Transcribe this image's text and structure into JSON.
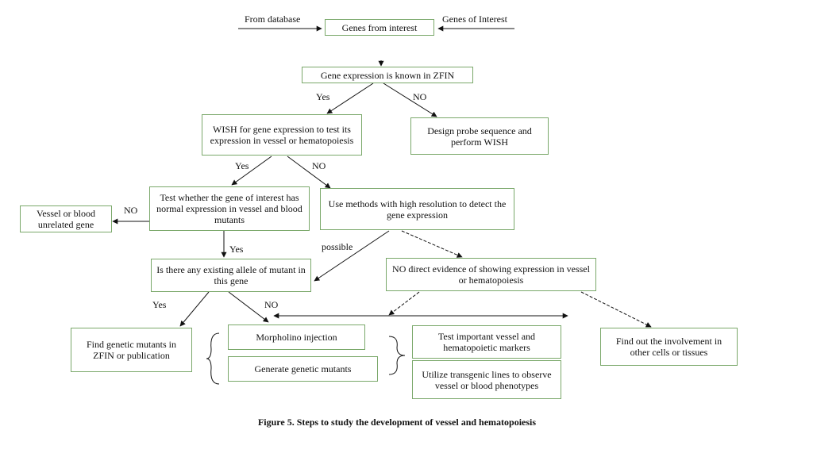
{
  "diagram": {
    "nodes": {
      "genes_from_interest": "Genes from interest",
      "expression_known": "Gene expression is known in ZFIN",
      "wish_test": "WISH for gene expression to test its expression in  vessel or hematopoiesis",
      "design_probe": "Design probe sequence and perform WISH",
      "test_mutants": "Test whether the gene of interest has normal expression in  vessel and blood mutants",
      "high_resolution": "Use methods with high resolution to detect the gene expression",
      "unrelated_gene": "Vessel or blood unrelated gene",
      "existing_allele": "Is there any existing allele of mutant in this gene",
      "no_direct_evidence": "NO direct evidence of showing expression in vessel or hematopoiesis",
      "find_mutants": "Find genetic mutants in ZFIN or publication",
      "morpholino": "Morpholino injection",
      "generate_mutants": "Generate genetic mutants",
      "test_markers": "Test important vessel and hematopoietic markers",
      "transgenic": "Utilize transgenic lines to observe vessel or blood phenotypes",
      "other_cells": "Find out the involvement in other cells or tissues"
    },
    "labels": {
      "from_database": "From database",
      "genes_of_interest": "Genes of Interest",
      "yes_1": "Yes",
      "no_1": "NO",
      "yes_2": "Yes",
      "no_2": "NO",
      "no_3": "NO",
      "possible": "possible",
      "yes_3": "Yes",
      "yes_4": "Yes",
      "no_4": "NO"
    },
    "caption": "Figure 5. Steps to study the development of vessel and hematopoiesis"
  }
}
